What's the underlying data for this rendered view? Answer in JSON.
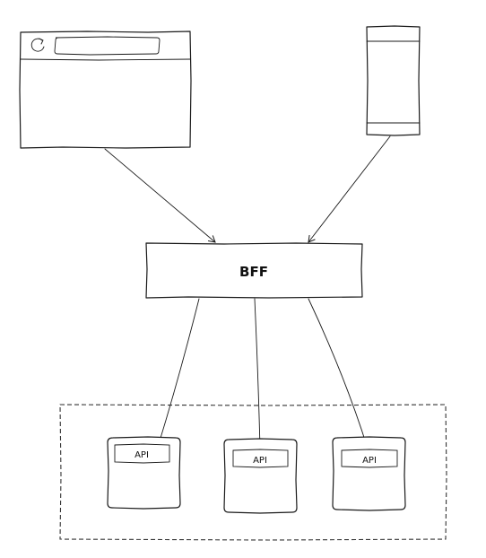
{
  "diagram": {
    "bff_label": "BFF",
    "api_labels": [
      "API",
      "API",
      "API"
    ]
  },
  "icons": {
    "browser_refresh": "refresh-icon"
  },
  "colors": {
    "stroke": "#1a1a1a",
    "background": "#ffffff"
  }
}
